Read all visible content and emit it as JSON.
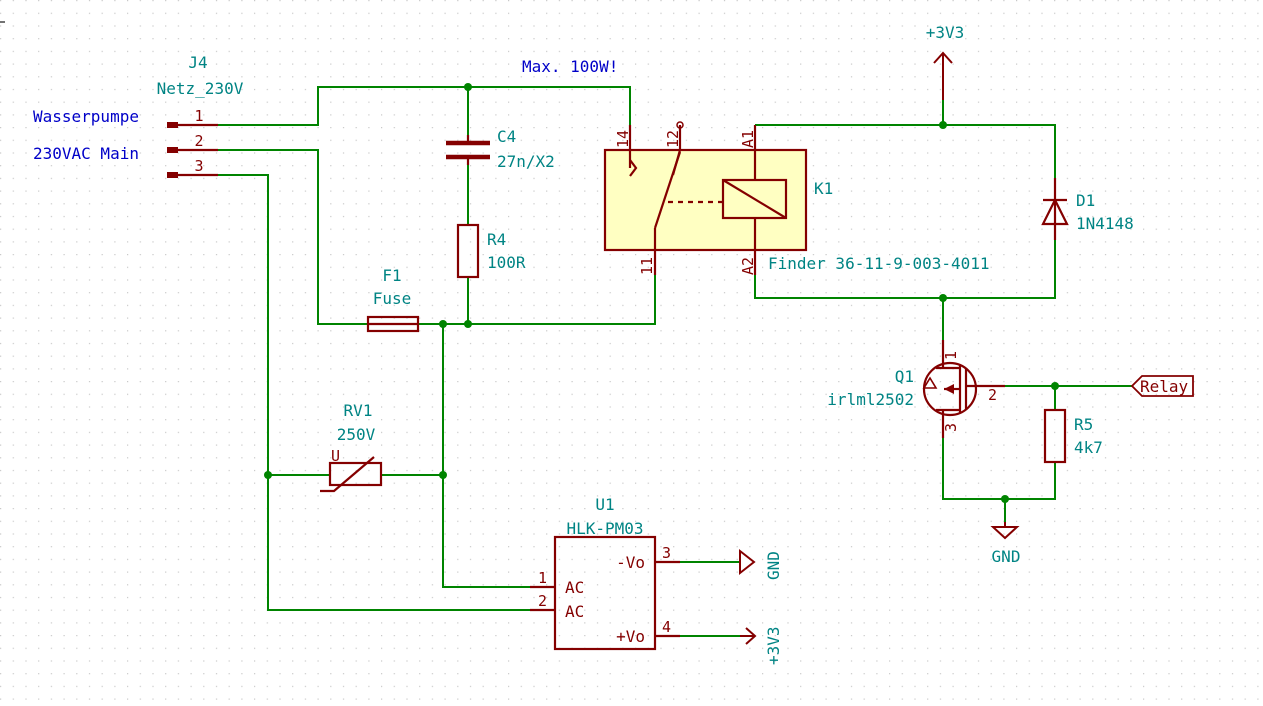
{
  "connector": {
    "ref": "J4",
    "value": "Netz_230V",
    "pins": [
      "1",
      "2",
      "3"
    ]
  },
  "notes": {
    "pump": "Wasserpumpe",
    "mains": "230VAC Main",
    "max_power": "Max. 100W!"
  },
  "capacitor": {
    "ref": "C4",
    "value": "27n/X2"
  },
  "resistor_r4": {
    "ref": "R4",
    "value": "100R"
  },
  "fuse": {
    "ref": "F1",
    "value": "Fuse"
  },
  "relay": {
    "ref": "K1",
    "value": "Finder 36-11-9-003-4011",
    "pins": {
      "no": "14",
      "nc": "12",
      "com": "11",
      "a1": "A1",
      "a2": "A2"
    }
  },
  "diode": {
    "ref": "D1",
    "value": "1N4148"
  },
  "mosfet": {
    "ref": "Q1",
    "value": "irlml2502",
    "pins": {
      "drain": "1",
      "gate": "2",
      "source": "3"
    }
  },
  "resistor_r5": {
    "ref": "R5",
    "value": "4k7"
  },
  "varistor": {
    "ref": "RV1",
    "value": "250V",
    "marking": "U"
  },
  "supply": {
    "ref": "U1",
    "value": "HLK-PM03",
    "pins": [
      {
        "num": "1",
        "name": "AC"
      },
      {
        "num": "2",
        "name": "AC"
      },
      {
        "num": "3",
        "name": "-Vo"
      },
      {
        "num": "4",
        "name": "+Vo"
      }
    ]
  },
  "power": {
    "vcc_top": "+3V3",
    "vcc_supply": "+3V3",
    "gnd_mosfet": "GND",
    "gnd_supply": "GND"
  },
  "labels": {
    "relay_input": "Relay"
  },
  "colors": {
    "wire": "#008400",
    "symbol": "#840000",
    "text": "#008484",
    "note": "#0000c8",
    "body_fill": "#ffffc2"
  }
}
